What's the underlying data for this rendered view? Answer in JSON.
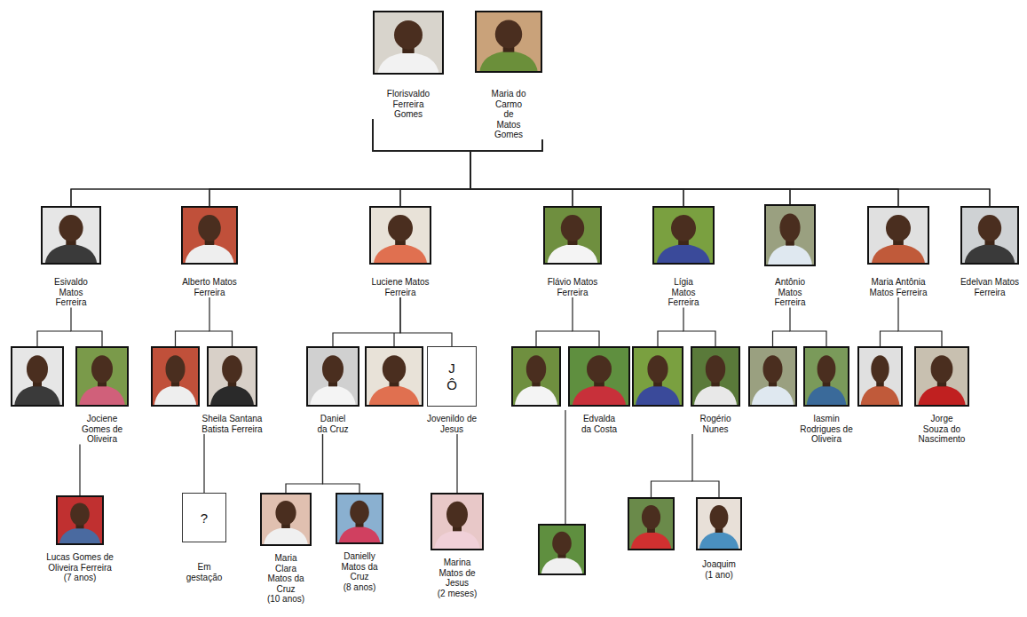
{
  "diagram": {
    "nodes": [
      {
        "text": [
          "Florisvaldo Ferreira Gomes"
        ]
      },
      {
        "text": [
          "Maria do Carmo de Matos Gomes"
        ]
      },
      {
        "text": [
          "Esivaldo Matos Ferreira"
        ]
      },
      {
        "text": [
          "Alberto Matos Ferreira"
        ]
      },
      {
        "text": [
          "Luciene Matos Ferreira"
        ]
      },
      {
        "text": [
          "Flávio Matos Ferreira"
        ]
      },
      {
        "text": [
          "Lígia Matos Ferreira"
        ]
      },
      {
        "text": [
          "Antônio Matos Ferreira"
        ]
      },
      {
        "text": [
          "Maria Antônia Matos Ferreira"
        ]
      },
      {
        "text": [
          "Edelvan Matos Ferreira"
        ]
      },
      {
        "text": [
          "Jociene Gomes de Oliveira"
        ]
      },
      {
        "text": [
          "Sheila Santana Batista Ferreira"
        ]
      },
      {
        "text": [
          "Daniel da Cruz"
        ]
      },
      {
        "text": [
          "J Ô",
          "Jovenildo de Jesus"
        ]
      },
      {
        "text": [
          "Edvalda da Costa"
        ]
      },
      {
        "text": [
          "Rogério Nunes"
        ]
      },
      {
        "text": [
          "Iasmin Rodrigues de Oliveira"
        ]
      },
      {
        "text": [
          "Jorge Souza do Nascimento"
        ]
      },
      {
        "text": [
          "Lucas Gomes de Oliveira Ferreira",
          "(7 anos)"
        ]
      },
      {
        "text": [
          "?",
          "Em gestação"
        ]
      },
      {
        "text": [
          "Maria Clara Matos da Cruz",
          "(10 anos)"
        ]
      },
      {
        "text": [
          "Danielly Matos da Cruz",
          "(8 anos)"
        ]
      },
      {
        "text": [
          "Marina Matos de Jesus",
          "(2 meses)"
        ]
      },
      {
        "text": [
          "Joaquim",
          "(1 ano)"
        ]
      }
    ],
    "edges": [
      {
        "from": 0,
        "to": 2,
        "arrow": "none"
      },
      {
        "from": 0,
        "to": 3,
        "arrow": "none"
      },
      {
        "from": 0,
        "to": 4,
        "arrow": "none"
      },
      {
        "from": 0,
        "to": 5,
        "arrow": "none"
      },
      {
        "from": 0,
        "to": 6,
        "arrow": "none"
      },
      {
        "from": 0,
        "to": 7,
        "arrow": "none"
      },
      {
        "from": 0,
        "to": 8,
        "arrow": "none"
      },
      {
        "from": 0,
        "to": 9,
        "arrow": "none"
      },
      {
        "from": 1,
        "to": 2,
        "arrow": "none"
      },
      {
        "from": 1,
        "to": 3,
        "arrow": "none"
      },
      {
        "from": 1,
        "to": 4,
        "arrow": "none"
      },
      {
        "from": 1,
        "to": 5,
        "arrow": "none"
      },
      {
        "from": 1,
        "to": 6,
        "arrow": "none"
      },
      {
        "from": 1,
        "to": 7,
        "arrow": "none"
      },
      {
        "from": 1,
        "to": 8,
        "arrow": "none"
      },
      {
        "from": 1,
        "to": 9,
        "arrow": "none"
      },
      {
        "from": 2,
        "to": 10,
        "arrow": "none"
      },
      {
        "from": 3,
        "to": 11,
        "arrow": "none"
      },
      {
        "from": 4,
        "to": 12,
        "arrow": "none"
      },
      {
        "from": 4,
        "to": 13,
        "arrow": "none"
      },
      {
        "from": 5,
        "to": 14,
        "arrow": "none"
      },
      {
        "from": 6,
        "to": 15,
        "arrow": "none"
      },
      {
        "from": 7,
        "to": 16,
        "arrow": "none"
      },
      {
        "from": 8,
        "to": 17,
        "arrow": "none"
      },
      {
        "from": 10,
        "to": 18,
        "arrow": "none"
      },
      {
        "from": 11,
        "to": 19,
        "arrow": "none"
      },
      {
        "from": 12,
        "to": 20,
        "arrow": "none"
      },
      {
        "from": 12,
        "to": 21,
        "arrow": "none"
      },
      {
        "from": 13,
        "to": 22,
        "arrow": "none"
      },
      {
        "from": 15,
        "to": 23,
        "arrow": "none"
      }
    ]
  }
}
